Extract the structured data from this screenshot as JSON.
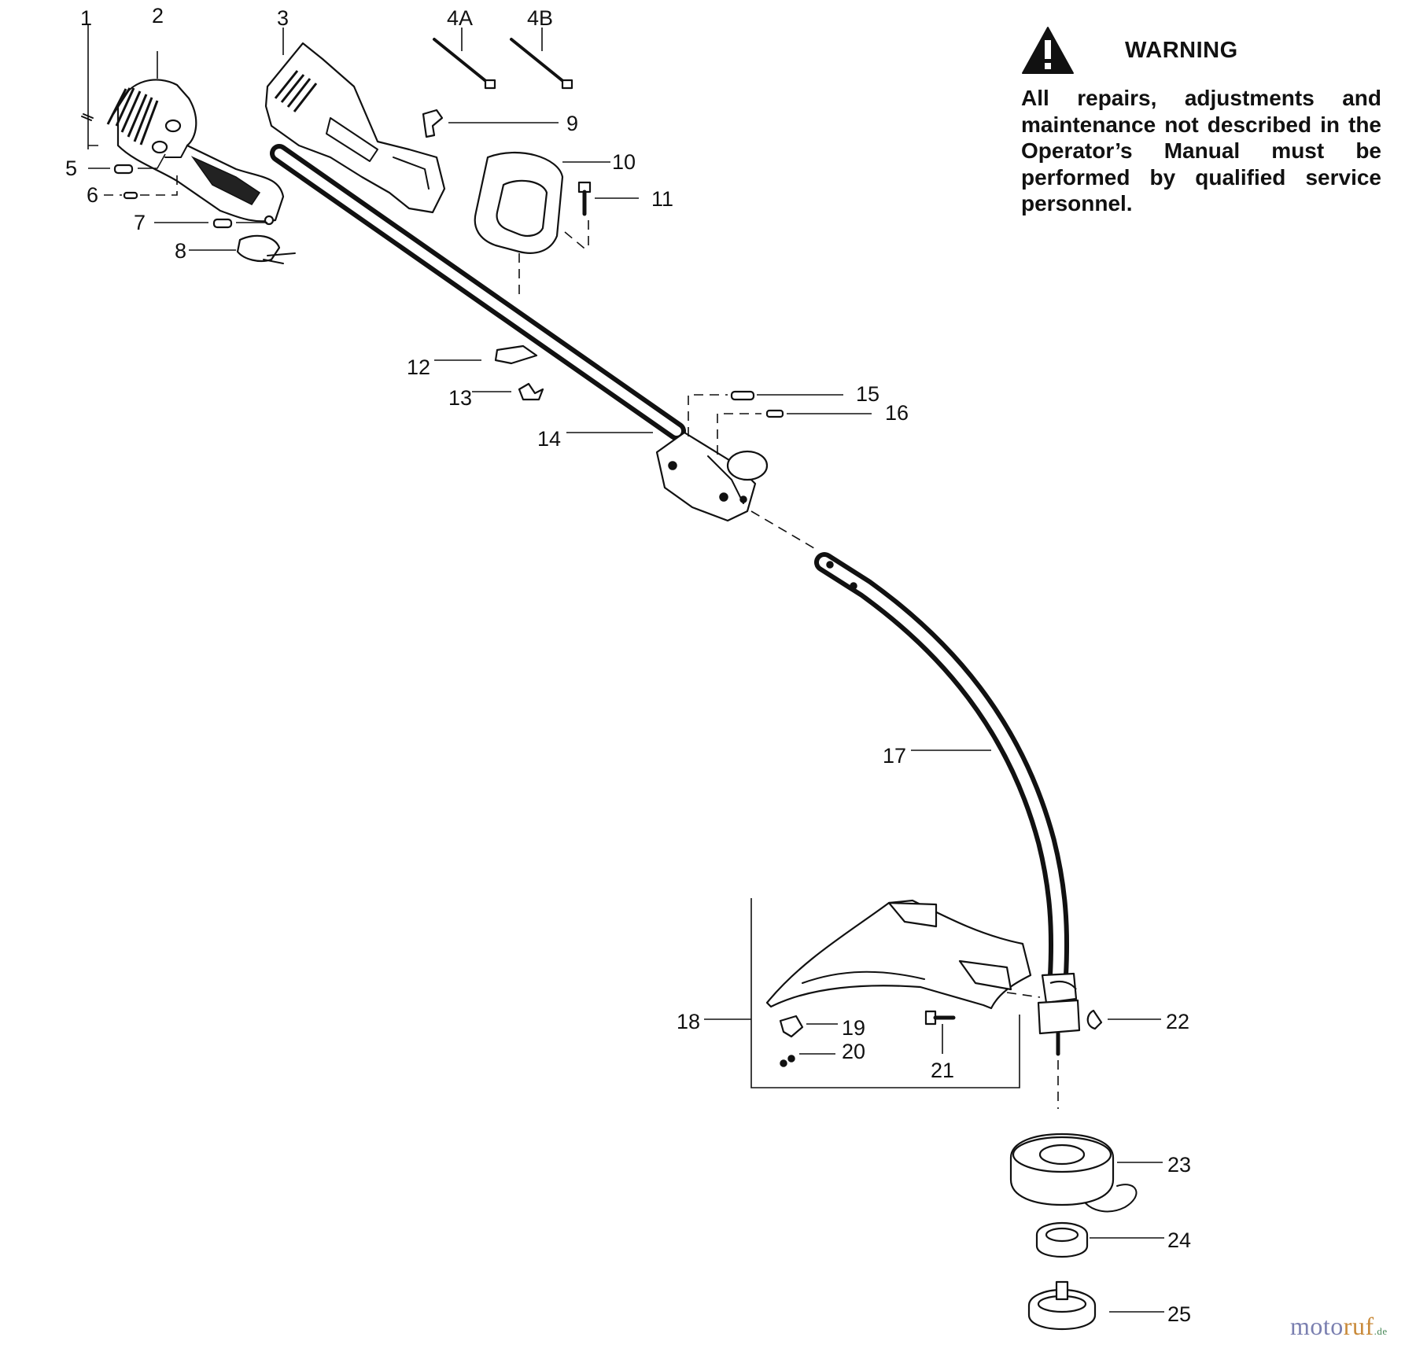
{
  "warning": {
    "title": "WARNING",
    "text": "All repairs, adjustments and maintenance not described in the Operator’s Manual must be performed by qualified service personnel.",
    "icon": "warning-triangle-icon"
  },
  "callouts": {
    "c1": "1",
    "c2": "2",
    "c3": "3",
    "c4a": "4A",
    "c4b": "4B",
    "c5": "5",
    "c6": "6",
    "c7": "7",
    "c8": "8",
    "c9": "9",
    "c10": "10",
    "c11": "11",
    "c12": "12",
    "c13": "13",
    "c14": "14",
    "c15": "15",
    "c16": "16",
    "c17": "17",
    "c18": "18",
    "c19": "19",
    "c20": "20",
    "c21": "21",
    "c22": "22",
    "c23": "23",
    "c24": "24",
    "c25": "25"
  },
  "watermark": {
    "part_a": "moto",
    "part_b": "ruf",
    "part_c": ".de"
  }
}
